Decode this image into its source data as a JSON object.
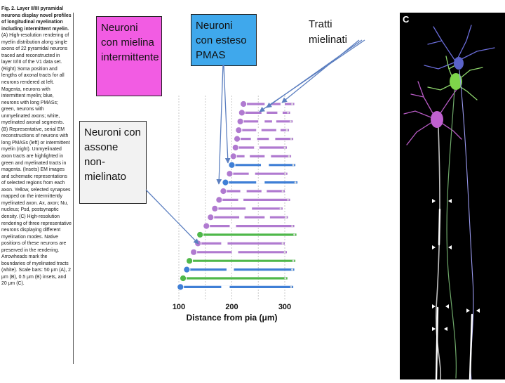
{
  "figure_caption": {
    "lead": "Fig. 2. Layer II/III pyramidal neurons display novel profiles of longitudinal myelination including intermittent myelin.",
    "body": "(A) High-resolution rendering of myelin distribution along single axons of 22 pyramidal neurons traced and reconstructed in layer II/III of the V1 data set. (Right) Soma position and lengths of axonal tracts for all neurons rendered at left. Magenta, neurons with intermittent myelin; blue, neurons with long PMASs; green, neurons with unmyelinated axons; white, myelinated axonal segments. (B) Representative, serial EM reconstructions of neurons with long PMASs (left) or intermittent myelin (right). Unmyelinated axon tracts are highlighted in green and myelinated tracts in magenta. (Insets) EM images and schematic representations of selected regions from each axon. Yellow, selected synapses mapped on the intermittently myelinated axon. Ax, axon; Nu, nucleus; Psd, postsynaptic density. (C) High-resolution rendering of three representative neurons displaying different myelination modes. Native positions of these neurons are preserved in the rendering. Arrowheads mark the boundaries of myelinated tracts (white). Scale bars: 50 μm (A), 2 μm (B), 0.5 μm (B) insets, and 20 μm (C)."
  },
  "callouts": {
    "intermittent_myelin": "Neuroni con mielina intermittente",
    "long_pmas": "Neuroni con esteso PMAS",
    "unmyelinated_axon": "Neuroni con assone non-mielinato",
    "myelinated_tracts": "Tratti mielinati"
  },
  "panel_c": {
    "label": "C"
  },
  "colors": {
    "intermittent": "#b07ad0",
    "long_pmas": "#3f7fd6",
    "unmyelinated": "#4fb84a",
    "myelin": "#ffffff",
    "callout_magenta": "#f25ce3",
    "callout_blue": "#3fa8ec",
    "callout_white": "#f2f2f2",
    "pointer": "#5c7fc0"
  },
  "chart_data": {
    "type": "bar",
    "xlabel": "Distance from pia (μm)",
    "xticks": [
      100,
      200,
      300
    ],
    "xlim": [
      80,
      330
    ],
    "grid": true,
    "series": [
      {
        "group": "intermittent",
        "soma": 222,
        "end": 318,
        "myelin": [
          [
            262,
            274
          ],
          [
            292,
            300
          ]
        ]
      },
      {
        "group": "intermittent",
        "soma": 219,
        "end": 310,
        "myelin": [
          [
            256,
            266
          ],
          [
            286,
            296
          ]
        ]
      },
      {
        "group": "intermittent",
        "soma": 216,
        "end": 315,
        "myelin": [
          [
            250,
            262
          ],
          [
            276,
            284
          ]
        ]
      },
      {
        "group": "intermittent",
        "soma": 213,
        "end": 308,
        "myelin": [
          [
            246,
            256
          ],
          [
            284,
            292
          ]
        ]
      },
      {
        "group": "intermittent",
        "soma": 210,
        "end": 316,
        "myelin": [
          [
            236,
            248
          ],
          [
            270,
            282
          ]
        ]
      },
      {
        "group": "intermittent",
        "soma": 207,
        "end": 304,
        "myelin": [
          [
            242,
            252
          ]
        ]
      },
      {
        "group": "intermittent",
        "soma": 203,
        "end": 312,
        "myelin": [
          [
            224,
            234
          ],
          [
            262,
            274
          ]
        ]
      },
      {
        "group": "long_pmas",
        "soma": 200,
        "end": 320,
        "myelin": [
          [
            255,
            270
          ]
        ]
      },
      {
        "group": "intermittent",
        "soma": 196,
        "end": 305,
        "myelin": [
          [
            232,
            244
          ]
        ]
      },
      {
        "group": "long_pmas",
        "soma": 188,
        "end": 324,
        "myelin": [
          [
            246,
            262
          ]
        ]
      },
      {
        "group": "intermittent",
        "soma": 184,
        "end": 300,
        "myelin": [
          [
            216,
            228
          ],
          [
            256,
            266
          ]
        ]
      },
      {
        "group": "intermittent",
        "soma": 176,
        "end": 310,
        "myelin": [
          [
            212,
            222
          ]
        ]
      },
      {
        "group": "intermittent",
        "soma": 168,
        "end": 296,
        "myelin": [
          [
            226,
            238
          ]
        ]
      },
      {
        "group": "intermittent",
        "soma": 160,
        "end": 306,
        "myelin": [
          [
            214,
            224
          ],
          [
            262,
            272
          ]
        ]
      },
      {
        "group": "intermittent",
        "soma": 152,
        "end": 318,
        "myelin": [
          [
            196,
            208
          ]
        ]
      },
      {
        "group": "unmyelinated",
        "soma": 140,
        "end": 322,
        "myelin": []
      },
      {
        "group": "intermittent",
        "soma": 136,
        "end": 300,
        "myelin": [
          [
            180,
            192
          ]
        ]
      },
      {
        "group": "intermittent",
        "soma": 128,
        "end": 304,
        "myelin": [
          [
            200,
            212
          ]
        ]
      },
      {
        "group": "unmyelinated",
        "soma": 120,
        "end": 320,
        "myelin": []
      },
      {
        "group": "long_pmas",
        "soma": 115,
        "end": 318,
        "myelin": [
          [
            190,
            204
          ]
        ]
      },
      {
        "group": "unmyelinated",
        "soma": 108,
        "end": 305,
        "myelin": []
      },
      {
        "group": "long_pmas",
        "soma": 103,
        "end": 316,
        "myelin": [
          [
            180,
            196
          ]
        ]
      }
    ]
  }
}
